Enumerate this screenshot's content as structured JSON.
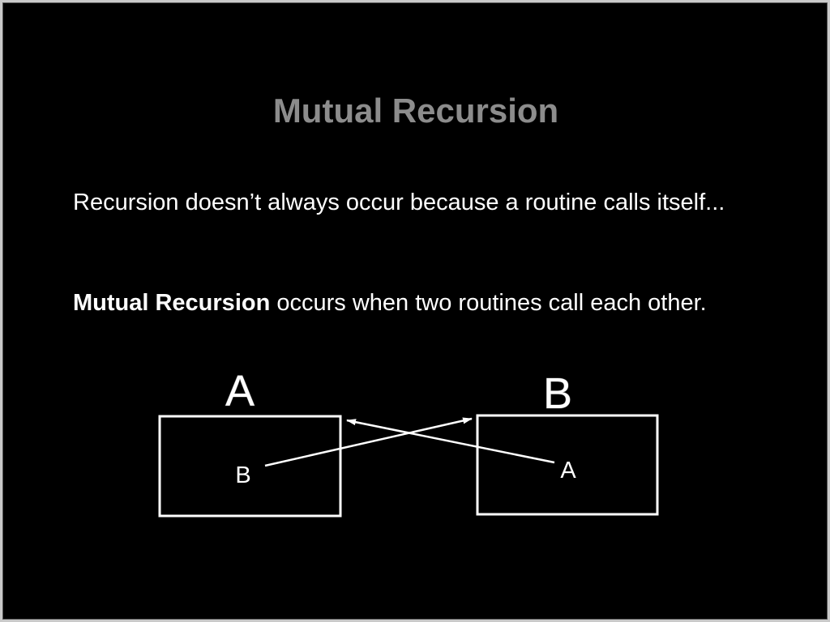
{
  "slide": {
    "title": "Mutual Recursion",
    "paragraph1": "Recursion doesn’t always occur because a routine calls itself...",
    "paragraph2": {
      "bold": "Mutual Recursion",
      "rest": " occurs when two routines call each other."
    }
  },
  "diagram": {
    "routine_a": {
      "name": "A",
      "call_label": "B"
    },
    "routine_b": {
      "name": "B",
      "call_label": "A"
    }
  }
}
